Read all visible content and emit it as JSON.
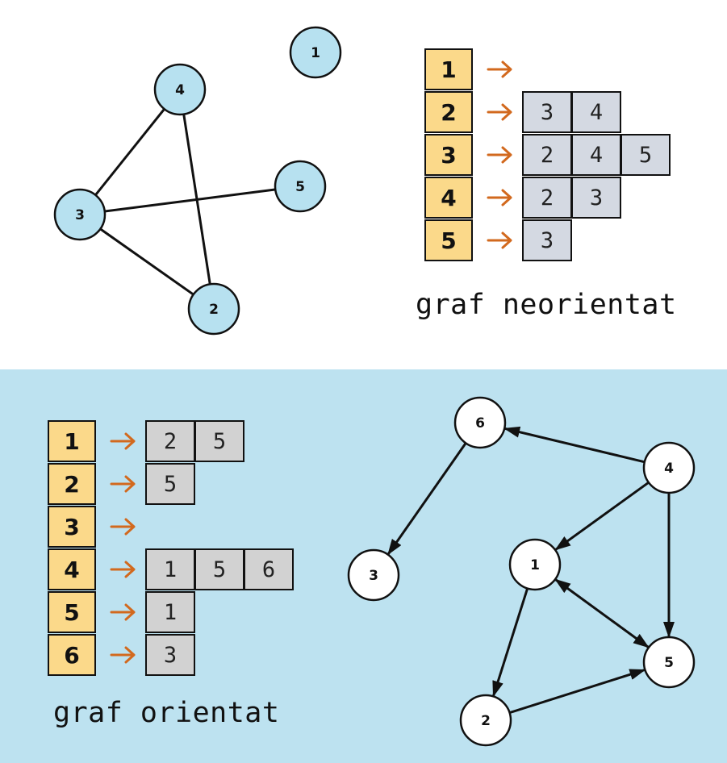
{
  "undirected": {
    "caption": "graf neorientat",
    "nodes": [
      "1",
      "2",
      "3",
      "4",
      "5"
    ],
    "edges": [
      [
        "3",
        "4"
      ],
      [
        "4",
        "2"
      ],
      [
        "3",
        "5"
      ],
      [
        "3",
        "2"
      ]
    ],
    "adjacency": [
      {
        "node": "1",
        "neighbors": []
      },
      {
        "node": "2",
        "neighbors": [
          "3",
          "4"
        ]
      },
      {
        "node": "3",
        "neighbors": [
          "2",
          "4",
          "5"
        ]
      },
      {
        "node": "4",
        "neighbors": [
          "2",
          "3"
        ]
      },
      {
        "node": "5",
        "neighbors": [
          "3"
        ]
      }
    ]
  },
  "directed": {
    "caption": "graf orientat",
    "nodes": [
      "1",
      "2",
      "3",
      "4",
      "5",
      "6"
    ],
    "arcs": [
      [
        "1",
        "2"
      ],
      [
        "1",
        "5"
      ],
      [
        "2",
        "5"
      ],
      [
        "4",
        "1"
      ],
      [
        "4",
        "5"
      ],
      [
        "4",
        "6"
      ],
      [
        "5",
        "1"
      ],
      [
        "6",
        "3"
      ]
    ],
    "adjacency": [
      {
        "node": "1",
        "neighbors": [
          "2",
          "5"
        ]
      },
      {
        "node": "2",
        "neighbors": [
          "5"
        ]
      },
      {
        "node": "3",
        "neighbors": []
      },
      {
        "node": "4",
        "neighbors": [
          "1",
          "5",
          "6"
        ]
      },
      {
        "node": "5",
        "neighbors": [
          "1"
        ]
      },
      {
        "node": "6",
        "neighbors": [
          "3"
        ]
      }
    ]
  },
  "colors": {
    "top_background": "#ffffff",
    "bottom_background": "#bde2f0",
    "undirected_node_fill": "#b7e1f0",
    "directed_node_fill": "#ffffff",
    "index_cell_fill": "#fbd98a",
    "undirected_cell_fill": "#d4d9e2",
    "directed_cell_fill": "#d2d2d2",
    "arrow_color": "#d2691e"
  }
}
